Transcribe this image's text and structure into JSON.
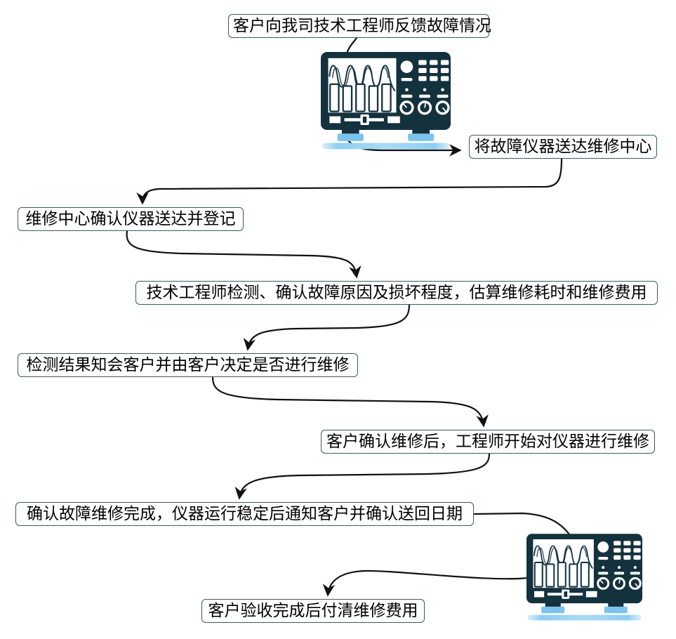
{
  "flowchart": {
    "steps": [
      {
        "label": "客户向我司技术工程师反馈故障情况"
      },
      {
        "label": "将故障仪器送达维修中心"
      },
      {
        "label": "维修中心确认仪器送达并登记"
      },
      {
        "label": "技术工程师检测、确认故障原因及损坏程度，估算维修耗时和维修费用"
      },
      {
        "label": "检测结果知会客户并由客户决定是否进行维修"
      },
      {
        "label": "客户确认维修后，工程师开始对仪器进行维修"
      },
      {
        "label": "确认故障维修完成，仪器运行稳定后通知客户并确认送回日期"
      },
      {
        "label": "客户验收完成后付清维修费用"
      }
    ],
    "icons": [
      {
        "name": "oscilloscope-icon",
        "position": "top"
      },
      {
        "name": "oscilloscope-icon",
        "position": "bottom"
      }
    ],
    "edges": [
      {
        "from": "flow-step-1",
        "to": "oscilloscope-top"
      },
      {
        "from": "oscilloscope-top",
        "to": "flow-step-2"
      },
      {
        "from": "flow-step-2",
        "to": "flow-step-3"
      },
      {
        "from": "flow-step-3",
        "to": "flow-step-4"
      },
      {
        "from": "flow-step-4",
        "to": "flow-step-5"
      },
      {
        "from": "flow-step-5",
        "to": "flow-step-6"
      },
      {
        "from": "flow-step-6",
        "to": "flow-step-7"
      },
      {
        "from": "flow-step-7",
        "to": "oscilloscope-bottom"
      },
      {
        "from": "oscilloscope-bottom",
        "to": "flow-step-8"
      }
    ],
    "colors": {
      "box_border": "#3b5b66",
      "box_fill": "#ffffff",
      "text": "#000000",
      "arrow": "#111111",
      "device_body": "#14313e",
      "device_pad_blue": "#7cc3ec",
      "device_base_blue": "#a5d9f3"
    }
  }
}
